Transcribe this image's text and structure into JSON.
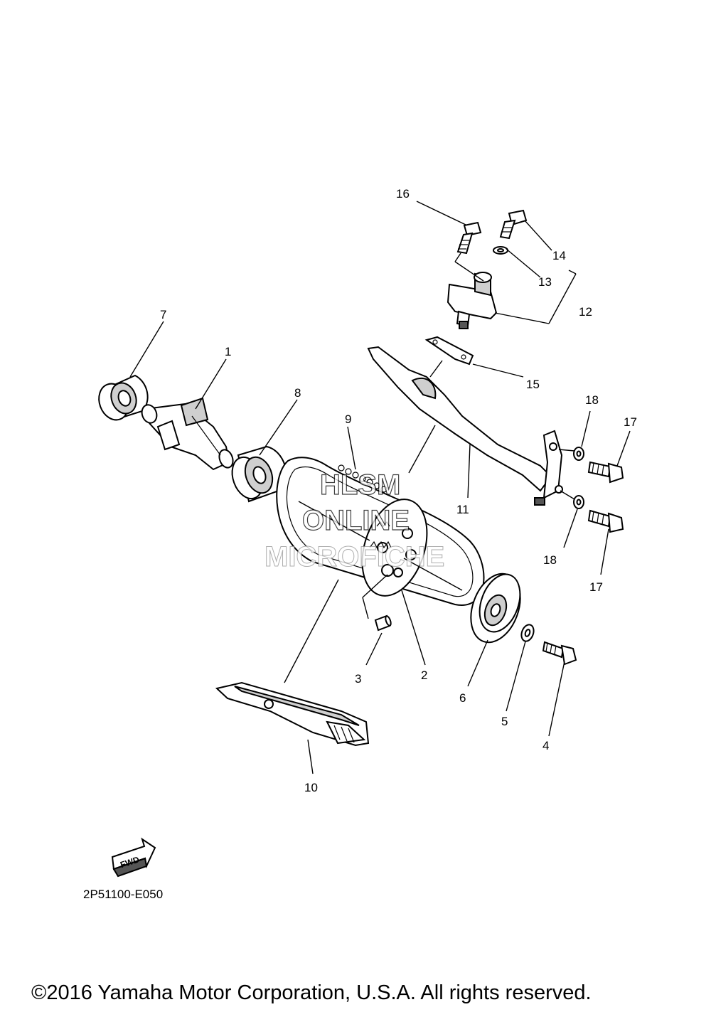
{
  "labels": {
    "l1": "1",
    "l2": "2",
    "l3": "3",
    "l4": "4",
    "l5": "5",
    "l6": "6",
    "l7": "7",
    "l8": "8",
    "l9": "9",
    "l10": "10",
    "l11": "11",
    "l12": "12",
    "l13": "13",
    "l14": "14",
    "l15": "15",
    "l16": "16",
    "l17a": "17",
    "l17b": "17",
    "l18a": "18",
    "l18b": "18"
  },
  "watermark": {
    "line1": "HLSM",
    "line2": "ONLINE",
    "line3": "MICROFICHE"
  },
  "fwd_arrow": "FWD",
  "diagram_code": "2P51100-E050",
  "copyright": "©2016 Yamaha Motor Corporation, U.S.A. All rights reserved."
}
